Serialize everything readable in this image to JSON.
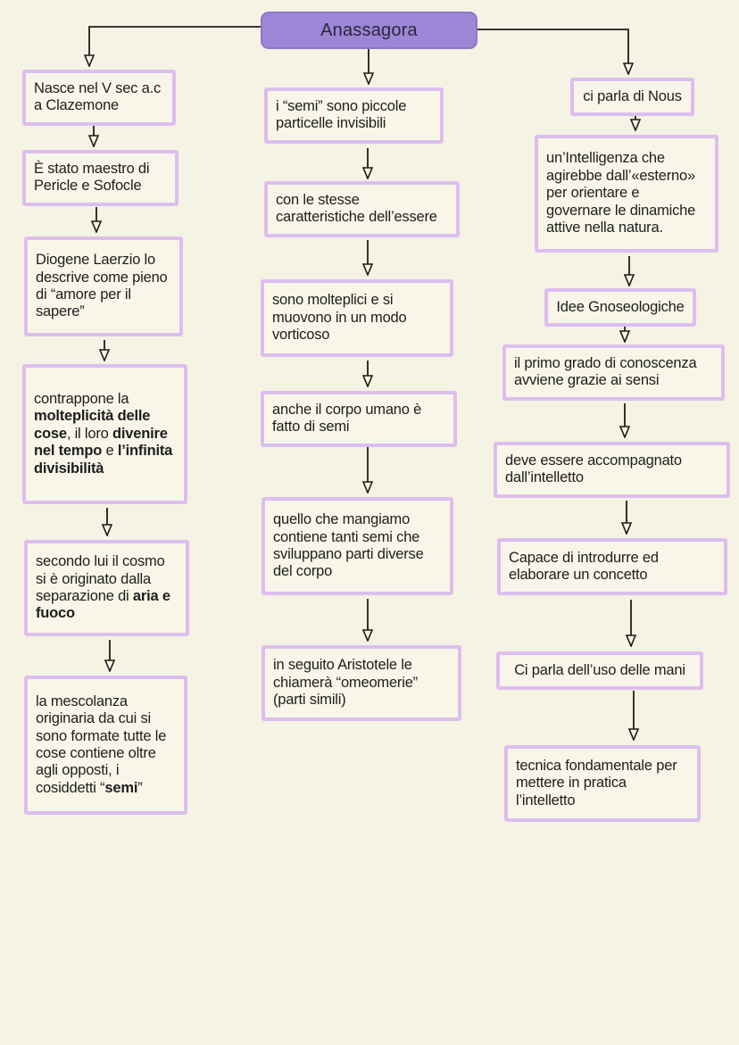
{
  "title": {
    "label": "Anassagora"
  },
  "colors": {
    "background": "#f5f3e4",
    "node_fill": "#f8f6e9",
    "node_border": "#ddbeee",
    "title_fill": "#9d86d6",
    "title_border": "#8e77c6",
    "text": "#1e1e1e",
    "arrow": "#1c1c1c"
  },
  "columns": {
    "left": [
      {
        "segments": [
          {
            "text": "Nasce nel V sec a.c a Clazemone",
            "bold": false
          }
        ]
      },
      {
        "segments": [
          {
            "text": "È stato maestro di Pericle e Sofocle",
            "bold": false
          }
        ]
      },
      {
        "segments": [
          {
            "text": "Diogene Laerzio lo descrive come pieno di “amore per il sapere”",
            "bold": false
          }
        ]
      },
      {
        "segments": [
          {
            "text": "contrappone la ",
            "bold": false
          },
          {
            "text": "molteplicità delle cose",
            "bold": true
          },
          {
            "text": ", il loro ",
            "bold": false
          },
          {
            "text": "divenire nel tempo",
            "bold": true
          },
          {
            "text": " e ",
            "bold": false
          },
          {
            "text": "l’infinita divisibilità",
            "bold": true
          }
        ]
      },
      {
        "segments": [
          {
            "text": "secondo lui il cosmo si è originato dalla separazione di ",
            "bold": false
          },
          {
            "text": "aria e fuoco",
            "bold": true
          }
        ]
      },
      {
        "segments": [
          {
            "text": "la mescolanza originaria da cui si sono formate tutte le cose contiene oltre agli opposti, i cosiddetti “",
            "bold": false
          },
          {
            "text": "semi",
            "bold": true
          },
          {
            "text": "”",
            "bold": false
          }
        ]
      }
    ],
    "middle": [
      {
        "segments": [
          {
            "text": "i “semi” sono piccole particelle invisibili",
            "bold": false
          }
        ]
      },
      {
        "segments": [
          {
            "text": "con le stesse caratteristiche dell’essere",
            "bold": false
          }
        ]
      },
      {
        "segments": [
          {
            "text": "sono molteplici e si muovono in un modo vorticoso",
            "bold": false
          }
        ]
      },
      {
        "segments": [
          {
            "text": "anche il corpo umano è fatto di semi",
            "bold": false
          }
        ]
      },
      {
        "segments": [
          {
            "text": "quello che mangiamo contiene tanti semi che sviluppano parti diverse del corpo",
            "bold": false
          }
        ]
      },
      {
        "segments": [
          {
            "text": "in seguito Aristotele le chiamerà “omeomerie” (parti simili)",
            "bold": false
          }
        ]
      }
    ],
    "right": [
      {
        "segments": [
          {
            "text": "ci parla di Nous",
            "bold": false
          }
        ]
      },
      {
        "segments": [
          {
            "text": "un’Intelligenza che agirebbe dall’«esterno» per orientare e governare le dinamiche attive nella natura.",
            "bold": false
          }
        ]
      },
      {
        "segments": [
          {
            "text": "Idee Gnoseologiche",
            "bold": false
          }
        ]
      },
      {
        "segments": [
          {
            "text": "il primo grado di conoscenza avviene grazie ai sensi",
            "bold": false
          }
        ]
      },
      {
        "segments": [
          {
            "text": "deve essere accompagnato dall’intelletto",
            "bold": false
          }
        ]
      },
      {
        "segments": [
          {
            "text": "Capace di introdurre ed elaborare un concetto",
            "bold": false
          }
        ]
      },
      {
        "segments": [
          {
            "text": "Ci parla dell’uso delle mani",
            "bold": false
          }
        ]
      },
      {
        "segments": [
          {
            "text": "tecnica fondamentale per mettere in pratica l’intelletto",
            "bold": false
          }
        ]
      }
    ]
  }
}
